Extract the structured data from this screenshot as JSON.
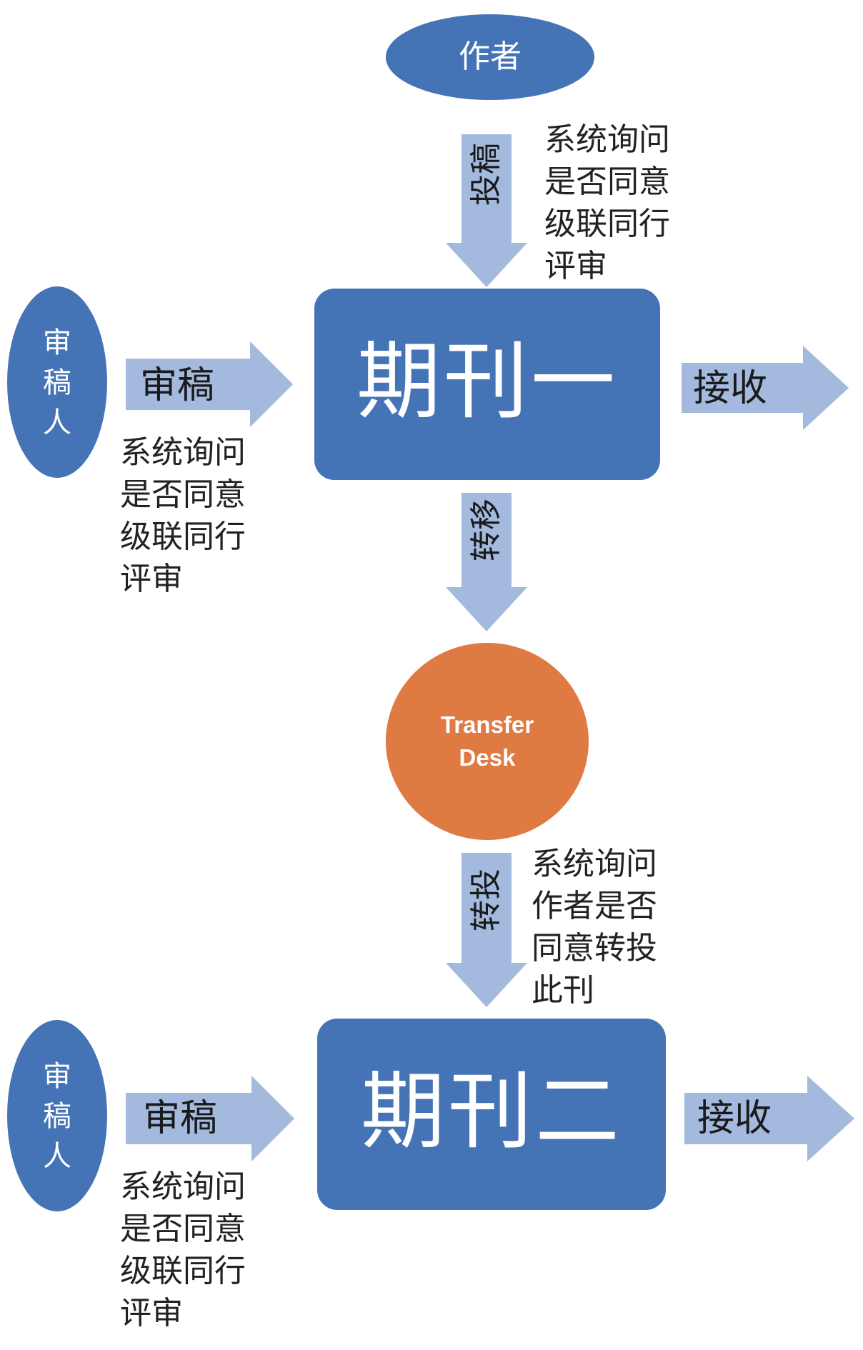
{
  "colors": {
    "box": "#4473b6",
    "arrow": "#a3b9de",
    "transfer": "#e07a43",
    "text": "#222222"
  },
  "author": {
    "label": "作者"
  },
  "journal1": {
    "title": "期刊一",
    "submit_label": "投稿",
    "submit_note": "系统询问\n是否同意\n级联同行\n评审",
    "accept_label": "接收",
    "transfer_label": "转移"
  },
  "reviewer1": {
    "label": "审\n稿\n人",
    "review_label": "审稿",
    "note": "系统询问\n是否同意\n级联同行\n评审"
  },
  "transfer_desk": {
    "label": "Transfer\nDesk"
  },
  "transfer_submit": {
    "label": "转投",
    "note": "系统询问\n作者是否\n同意转投\n此刊"
  },
  "journal2": {
    "title": "期刊二",
    "accept_label": "接收"
  },
  "reviewer2": {
    "label": "审\n稿\n人",
    "review_label": "审稿",
    "note": "系统询问\n是否同意\n级联同行\n评审"
  }
}
